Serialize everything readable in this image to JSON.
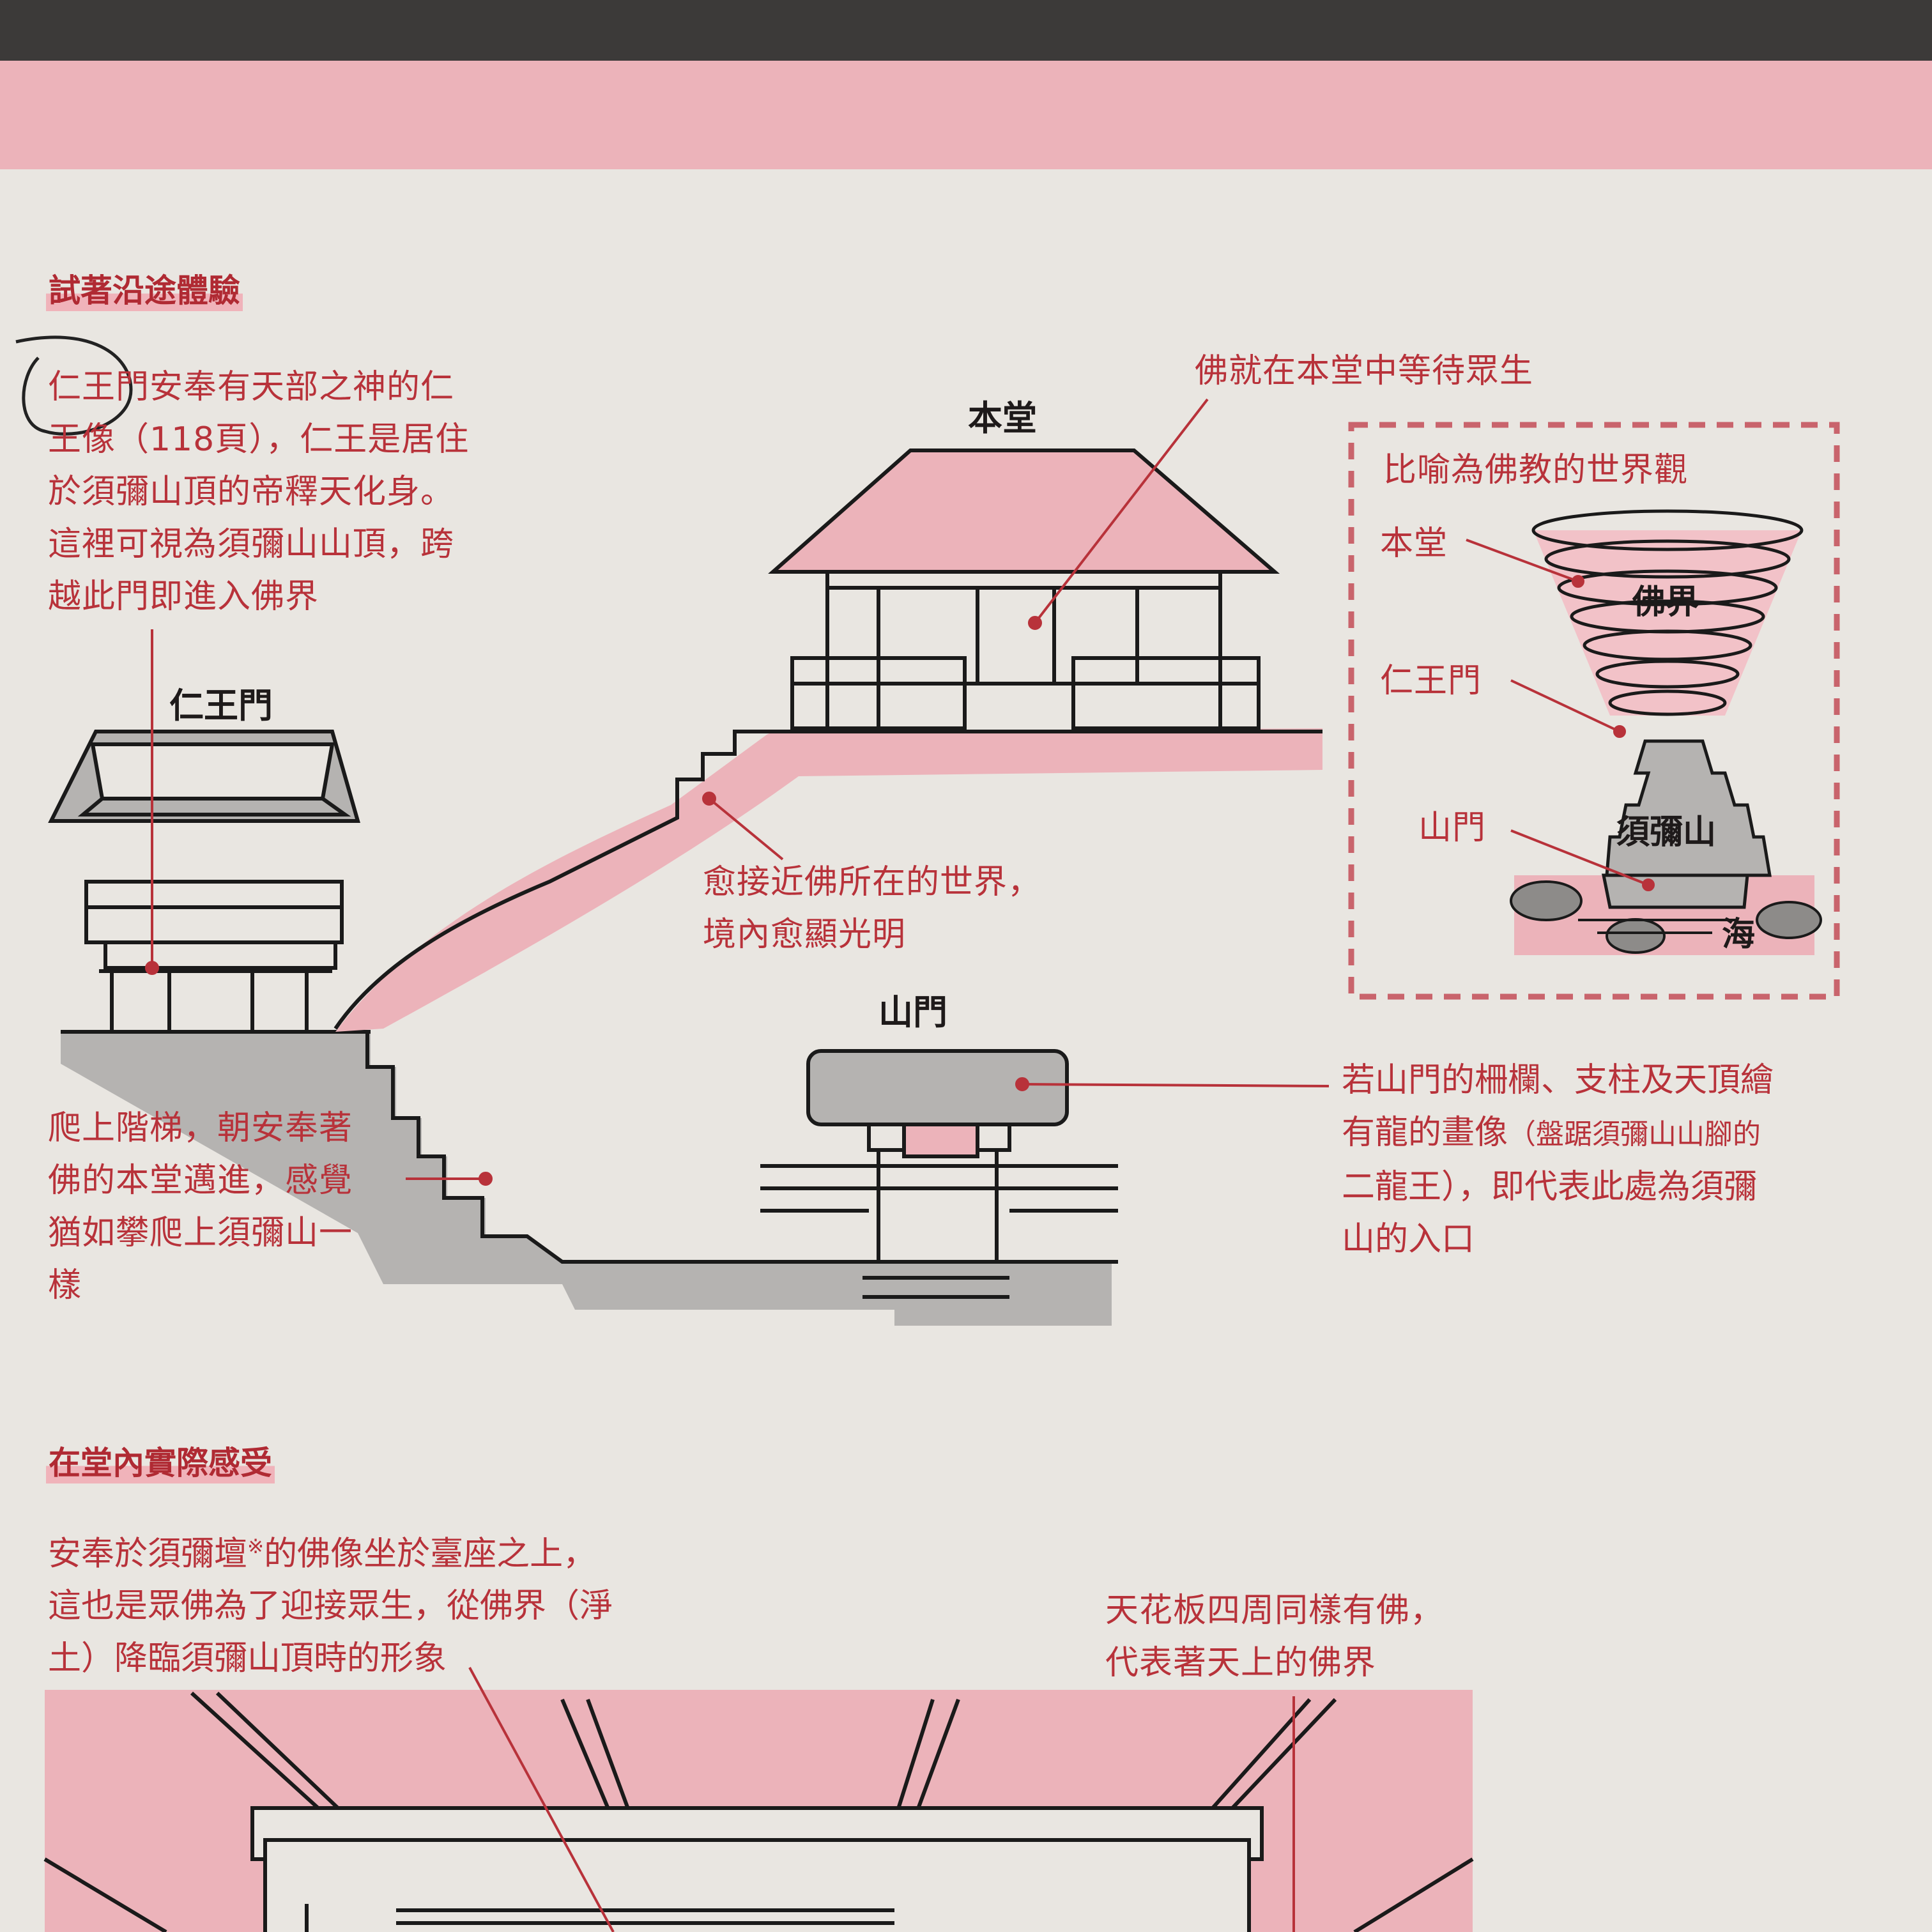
{
  "headings": {
    "route": "試著沿途體驗",
    "inside": "在堂內實際感受"
  },
  "notes": {
    "niomon": "仁王門安奉有天部之神的仁\n王像（118頁），仁王是居住\n於須彌山頂的帝釋天化身。\n這裡可視為須彌山山頂，跨\n越此門即進入佛界",
    "hondo": "佛就在本堂中等待眾生",
    "approach": "愈接近佛所在的世界，\n境內愈顯光明",
    "stairs": "爬上階梯，朝安奉著\n佛的本堂邁進，感覺\n猶如攀爬上須彌山一\n樣",
    "sanmon_a": "若山門的柵欄、支柱及天頂繪",
    "sanmon_b": "有龍的畫像",
    "sanmon_c": "（盤踞須彌山山腳的",
    "sanmon_d": "二龍王），即代表此處為須彌\n山的入口",
    "ceiling": "天花板四周同樣有佛，\n代表著天上的佛界",
    "altar_a": "安奉於須彌壇",
    "altar_mark": "※",
    "altar_b": "的佛像坐於臺座之上，",
    "altar_c": "這也是眾佛為了迎接眾生，從佛界（淨\n土）降臨須彌山頂時的形象"
  },
  "labels": {
    "hondo": "本堂",
    "niomon": "仁王門",
    "sanmon": "山門"
  },
  "worldview": {
    "title": "比喻為佛教的世界觀",
    "hondo": "本堂",
    "niomon": "仁王門",
    "sanmon": "山門",
    "buddha_realm": "佛界",
    "sumeru": "須彌山",
    "sea": "海"
  },
  "colors": {
    "accent": "#b8323a",
    "pink": "#f2c2c8",
    "gray": "#b5b3b1",
    "paper": "#e9e6e1"
  }
}
